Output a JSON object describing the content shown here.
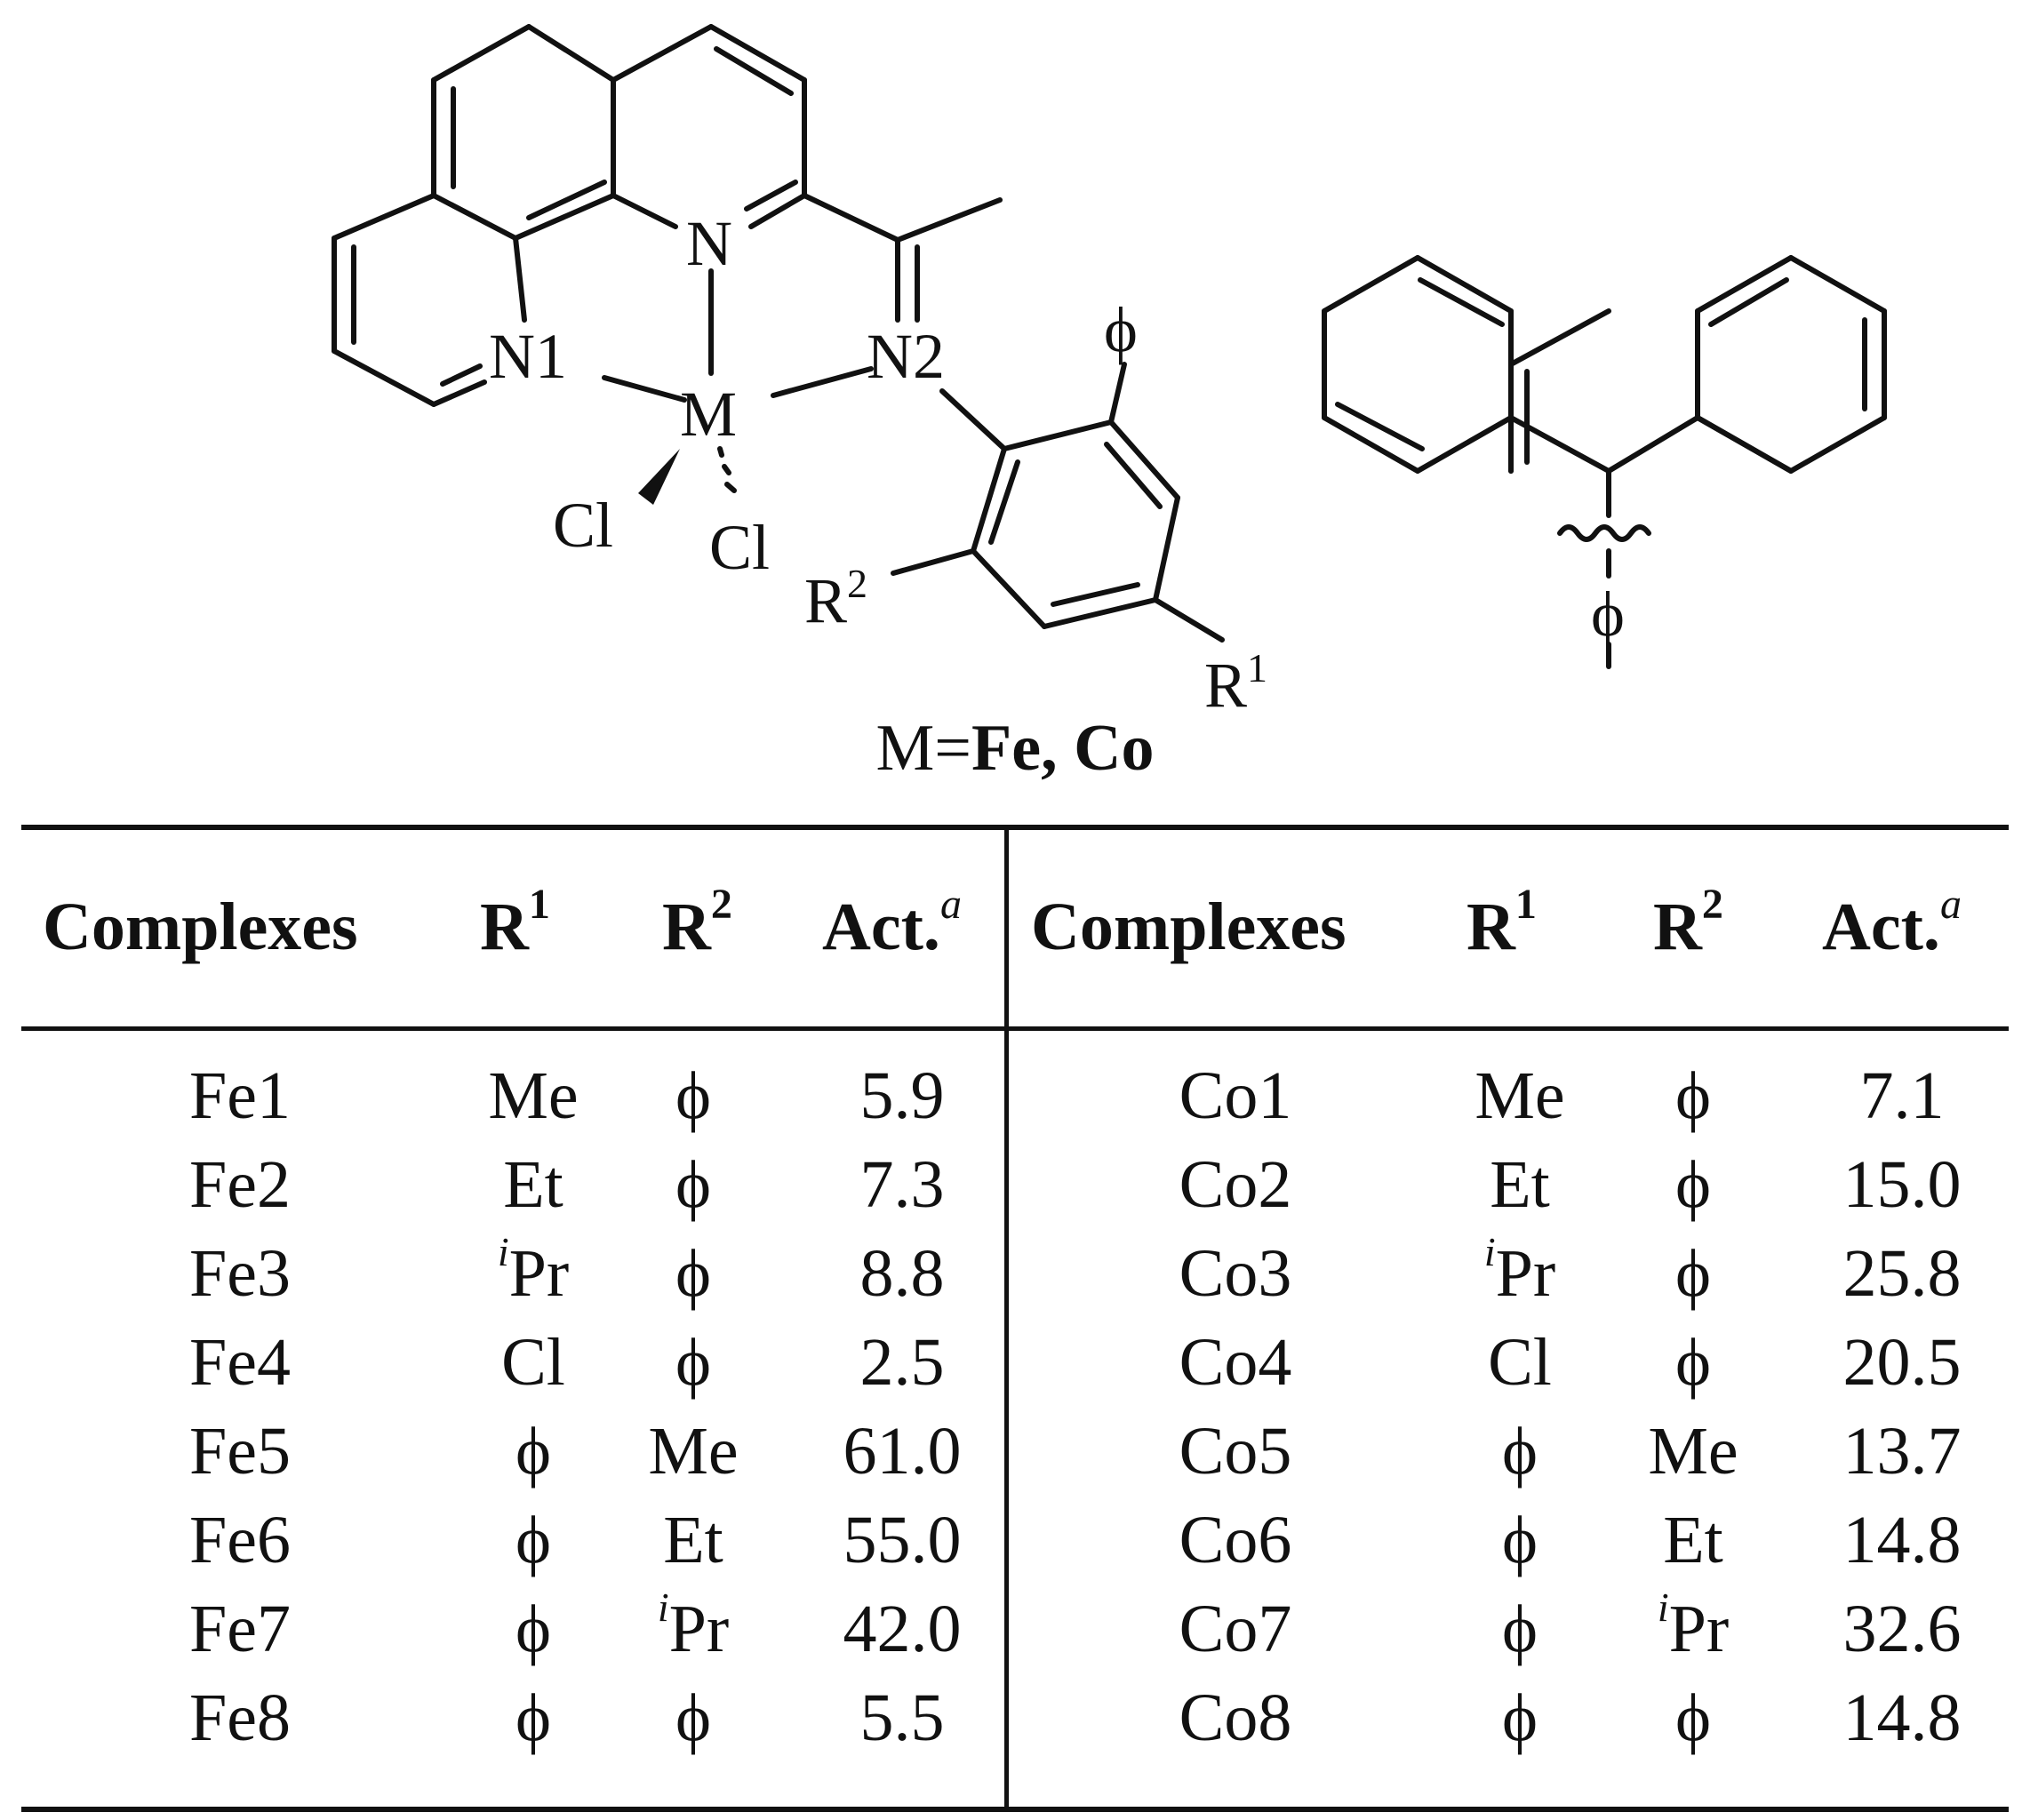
{
  "structure": {
    "atom_labels": {
      "n_center": "N",
      "n1": "N1",
      "n2": "N2",
      "metal": "M",
      "cl_a": "Cl",
      "cl_b": "Cl",
      "phi_top": "ϕ",
      "r1": "R",
      "r1_sup": "1",
      "r2": "R",
      "r2_sup": "2",
      "phi_substituent": "ϕ"
    },
    "caption_prefix": "M=",
    "caption_metals": "Fe, Co"
  },
  "table": {
    "headers": {
      "complexes": "Complexes",
      "r": "R",
      "r1_sup": "1",
      "r2_sup": "2",
      "act": "Act.",
      "act_footnote": "a"
    },
    "rows_left": [
      {
        "complex": "Fe1",
        "r1": "Me",
        "r2": "ϕ",
        "act": "5.9"
      },
      {
        "complex": "Fe2",
        "r1": "Et",
        "r2": "ϕ",
        "act": "7.3"
      },
      {
        "complex": "Fe3",
        "r1": "Pr",
        "r1_sup": "i",
        "r2": "ϕ",
        "act": "8.8"
      },
      {
        "complex": "Fe4",
        "r1": "Cl",
        "r2": "ϕ",
        "act": "2.5"
      },
      {
        "complex": "Fe5",
        "r1": "ϕ",
        "r2": "Me",
        "act": "61.0"
      },
      {
        "complex": "Fe6",
        "r1": "ϕ",
        "r2": "Et",
        "act": "55.0"
      },
      {
        "complex": "Fe7",
        "r1": "ϕ",
        "r2": "Pr",
        "r2_sup": "i",
        "act": "42.0"
      },
      {
        "complex": "Fe8",
        "r1": "ϕ",
        "r2": "ϕ",
        "act": "5.5"
      }
    ],
    "rows_right": [
      {
        "complex": "Co1",
        "r1": "Me",
        "r2": "ϕ",
        "act": "7.1"
      },
      {
        "complex": "Co2",
        "r1": "Et",
        "r2": "ϕ",
        "act": "15.0"
      },
      {
        "complex": "Co3",
        "r1": "Pr",
        "r1_sup": "i",
        "r2": "ϕ",
        "act": "25.8"
      },
      {
        "complex": "Co4",
        "r1": "Cl",
        "r2": "ϕ",
        "act": "20.5"
      },
      {
        "complex": "Co5",
        "r1": "ϕ",
        "r2": "Me",
        "act": "13.7"
      },
      {
        "complex": "Co6",
        "r1": "ϕ",
        "r2": "Et",
        "act": "14.8"
      },
      {
        "complex": "Co7",
        "r1": "ϕ",
        "r2": "Pr",
        "r2_sup": "i",
        "act": "32.6"
      },
      {
        "complex": "Co8",
        "r1": "ϕ",
        "r2": "ϕ",
        "act": "14.8"
      }
    ]
  }
}
